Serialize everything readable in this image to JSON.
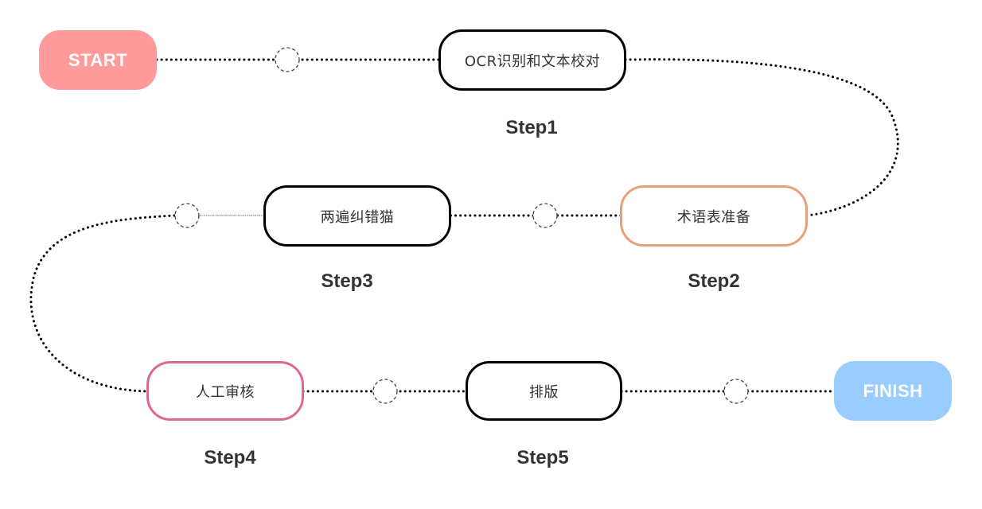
{
  "terminals": {
    "start": {
      "label": "START",
      "color": "#ff9b9b"
    },
    "finish": {
      "label": "FINISH",
      "color": "#99ccff"
    }
  },
  "steps": [
    {
      "label": "Step1",
      "task": "OCR识别和文本校对",
      "border_color": "#000000"
    },
    {
      "label": "Step2",
      "task": "术语表准备",
      "border_color": "#e8a07a"
    },
    {
      "label": "Step3",
      "task": "两遍纠错猫",
      "border_color": "#000000"
    },
    {
      "label": "Step4",
      "task": "人工审核",
      "border_color": "#de6a8a"
    },
    {
      "label": "Step5",
      "task": "排版",
      "border_color": "#000000"
    }
  ],
  "connector_style": {
    "line": "dotted",
    "color": "#000000",
    "waypoint_marker": "dashed-circle"
  }
}
